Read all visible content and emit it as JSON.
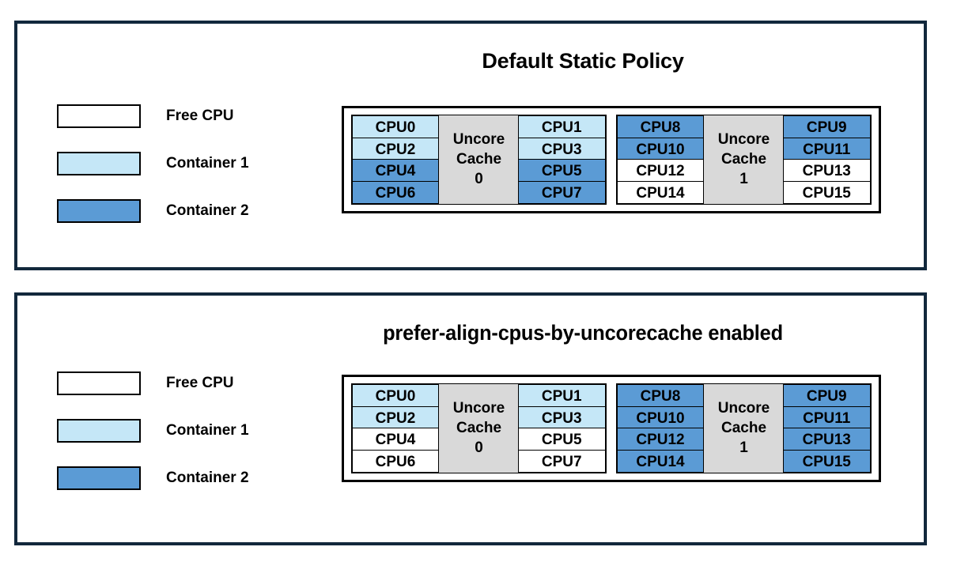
{
  "legend": {
    "items": [
      {
        "label": "Free CPU",
        "color": "#ffffff",
        "kind": "free"
      },
      {
        "label": "Container 1",
        "color": "#C5E7F7",
        "kind": "container1"
      },
      {
        "label": "Container 2",
        "color": "#5B9BD5",
        "kind": "container2"
      }
    ]
  },
  "colors": {
    "free": "#ffffff",
    "container1": "#C5E7F7",
    "container2": "#5B9BD5",
    "cache": "#D9D9D9",
    "panel_border": "#12283C",
    "cell_border": "#000000"
  },
  "panels": [
    {
      "title": "Default Static Policy",
      "socket": {
        "groups": [
          {
            "cache_label_line1": "Uncore",
            "cache_label_line2": "Cache",
            "cache_label_line3": "0",
            "left_column": [
              {
                "label": "CPU0",
                "kind": "container1"
              },
              {
                "label": "CPU2",
                "kind": "container1"
              },
              {
                "label": "CPU4",
                "kind": "container2"
              },
              {
                "label": "CPU6",
                "kind": "container2"
              }
            ],
            "right_column": [
              {
                "label": "CPU1",
                "kind": "container1"
              },
              {
                "label": "CPU3",
                "kind": "container1"
              },
              {
                "label": "CPU5",
                "kind": "container2"
              },
              {
                "label": "CPU7",
                "kind": "container2"
              }
            ]
          },
          {
            "cache_label_line1": "Uncore",
            "cache_label_line2": "Cache",
            "cache_label_line3": "1",
            "left_column": [
              {
                "label": "CPU8",
                "kind": "container2"
              },
              {
                "label": "CPU10",
                "kind": "container2"
              },
              {
                "label": "CPU12",
                "kind": "free"
              },
              {
                "label": "CPU14",
                "kind": "free"
              }
            ],
            "right_column": [
              {
                "label": "CPU9",
                "kind": "container2"
              },
              {
                "label": "CPU11",
                "kind": "container2"
              },
              {
                "label": "CPU13",
                "kind": "free"
              },
              {
                "label": "CPU15",
                "kind": "free"
              }
            ]
          }
        ]
      }
    },
    {
      "title": "prefer-align-cpus-by-uncorecache enabled",
      "socket": {
        "groups": [
          {
            "cache_label_line1": "Uncore",
            "cache_label_line2": "Cache",
            "cache_label_line3": "0",
            "left_column": [
              {
                "label": "CPU0",
                "kind": "container1"
              },
              {
                "label": "CPU2",
                "kind": "container1"
              },
              {
                "label": "CPU4",
                "kind": "free"
              },
              {
                "label": "CPU6",
                "kind": "free"
              }
            ],
            "right_column": [
              {
                "label": "CPU1",
                "kind": "container1"
              },
              {
                "label": "CPU3",
                "kind": "container1"
              },
              {
                "label": "CPU5",
                "kind": "free"
              },
              {
                "label": "CPU7",
                "kind": "free"
              }
            ]
          },
          {
            "cache_label_line1": "Uncore",
            "cache_label_line2": "Cache",
            "cache_label_line3": "1",
            "left_column": [
              {
                "label": "CPU8",
                "kind": "container2"
              },
              {
                "label": "CPU10",
                "kind": "container2"
              },
              {
                "label": "CPU12",
                "kind": "container2"
              },
              {
                "label": "CPU14",
                "kind": "container2"
              }
            ],
            "right_column": [
              {
                "label": "CPU9",
                "kind": "container2"
              },
              {
                "label": "CPU11",
                "kind": "container2"
              },
              {
                "label": "CPU13",
                "kind": "container2"
              },
              {
                "label": "CPU15",
                "kind": "container2"
              }
            ]
          }
        ]
      }
    }
  ]
}
